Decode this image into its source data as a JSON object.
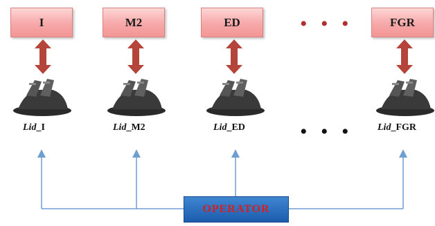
{
  "nodes": [
    {
      "box_label": "I",
      "lid_prefix": "Lid",
      "lid_suffix": "_I"
    },
    {
      "box_label": "M2",
      "lid_prefix": "Lid",
      "lid_suffix": "_M2"
    },
    {
      "box_label": "ED",
      "lid_prefix": "Lid",
      "lid_suffix": "_ED"
    },
    {
      "box_label": "FGR",
      "lid_prefix": "Lid",
      "lid_suffix": "_FGR"
    }
  ],
  "ellipsis": "• • •",
  "operator_label": "OPERATOR",
  "colors": {
    "box_fill": "#f7a8a8",
    "arrow": "#b5443a",
    "connector": "#6f9fd0",
    "operator_fill": "#2a6fbf",
    "operator_text": "#d42020"
  }
}
